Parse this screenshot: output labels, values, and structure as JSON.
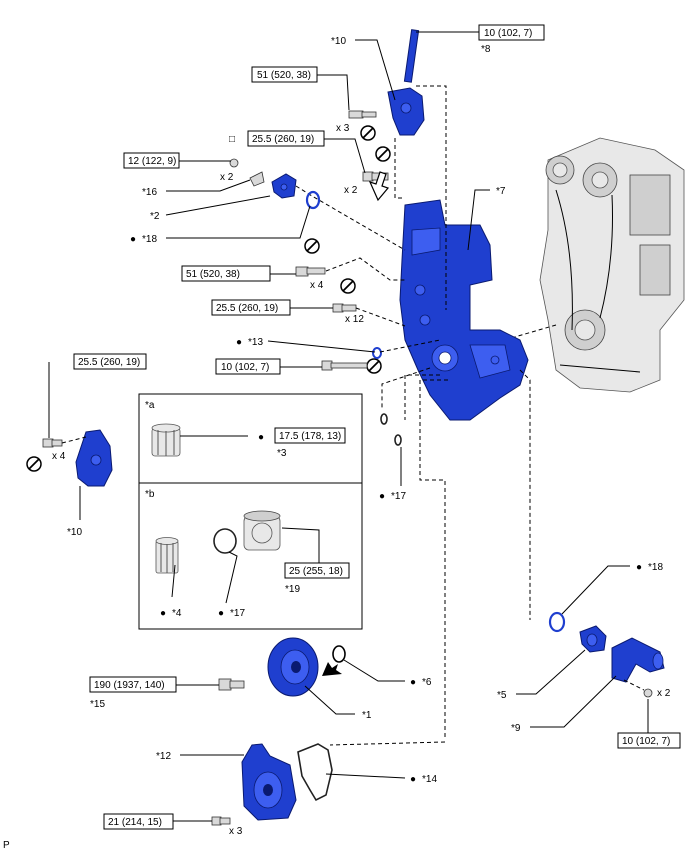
{
  "callouts": {
    "c10_top": "*10",
    "c8": "*8",
    "c16": "*16",
    "c2": "*2",
    "c18_left": "*18",
    "c7": "*7",
    "c13": "*13",
    "c10_left": "*10",
    "ca": "*a",
    "c3": "*3",
    "cb": "*b",
    "c19": "*19",
    "c4": "*4",
    "c17_inset": "*17",
    "c17": "*17",
    "c18_right": "*18",
    "c5": "*5",
    "c9": "*9",
    "c6": "*6",
    "c1": "*1",
    "c15": "*15",
    "c12": "*12",
    "c14": "*14"
  },
  "torques": {
    "t_top_right": "10 (102, 7)",
    "t_51_top": "51 (520, 38)",
    "t_25_5_top": "25.5 (260, 19)",
    "t_12": "12 (122, 9)",
    "t_51_mid": "51 (520, 38)",
    "t_25_5_mid": "25.5 (260, 19)",
    "t_10_mid": "10 (102, 7)",
    "t_25_5_left": "25.5 (260, 19)",
    "t_17_5": "17.5 (178, 13)",
    "t_25": "25 (255, 18)",
    "t_190": "190 (1937, 140)",
    "t_21": "21 (214, 15)",
    "t_10_right": "10 (102, 7)"
  },
  "quantities": {
    "q_top_x3": "x 3",
    "q_top_x2": "x 2",
    "q_12_x2": "x 2",
    "q_x4_mid": "x 4",
    "q_x12": "x 12",
    "q_left_x4": "x 4",
    "q_right_x2": "x 2",
    "q_bottom_x3": "x 3"
  },
  "bullet": "●",
  "small_square": "□",
  "corner_letter": "P"
}
